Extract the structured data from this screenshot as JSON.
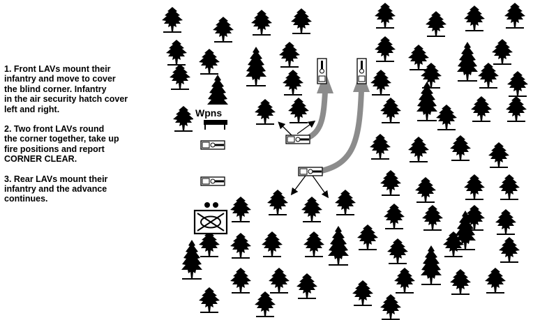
{
  "steps": [
    "1.  Front LAVs mount their\ninfantry and move to cover\nthe blind corner. Infantry\nin the air security hatch cover\nleft and right.",
    "2.  Two front LAVs round\nthe corner together, take up\nfire positions and report\nCORNER CLEAR.",
    "3.  Rear LAVs mount their\ninfantry and the advance\ncontinues."
  ],
  "labels": {
    "wpns": "Wpns"
  },
  "icons": {
    "tree": "conifer-tree-icon",
    "vehicle": "lav-vehicle-icon",
    "infantry_unit": "infantry-unit-symbol-icon"
  },
  "colors": {
    "ink": "#000000",
    "route": "#8c8c8c",
    "vehicle_fill": "#ffffff"
  }
}
